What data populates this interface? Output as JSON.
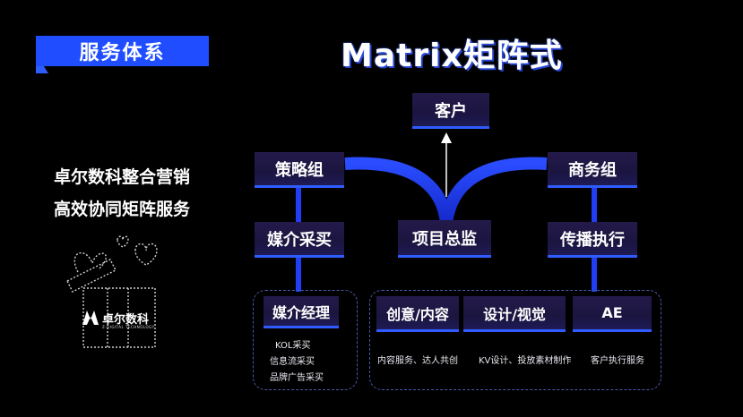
{
  "header": {
    "section": "服务体系",
    "title": "Matrix矩阵式"
  },
  "taglines": [
    "卓尔数科整合营销",
    "高效协同矩阵服务"
  ],
  "logo": {
    "name": "卓尔数科",
    "sub": "Z-DIGITAL TECHNOLOGY"
  },
  "nodes": {
    "client": "客户",
    "strategy": "策略组",
    "business": "商务组",
    "media_buy": "媒介采买",
    "supervisor": "项目总监",
    "execution": "传播执行"
  },
  "teams": {
    "media_manager": "媒介经理",
    "media_items": [
      "KOL采买",
      "信息流采买",
      "品牌广告采买"
    ],
    "creative": "创意/内容",
    "design": "设计/视觉",
    "ae": "AE",
    "creative_note": "内容服务、达人共创",
    "design_note": "KV设计、投放素材制作",
    "ae_note": "客户执行服务"
  },
  "colors": {
    "accent": "#1f4dff",
    "box_bg": "#1b1540",
    "curve": "#1a3fff"
  }
}
